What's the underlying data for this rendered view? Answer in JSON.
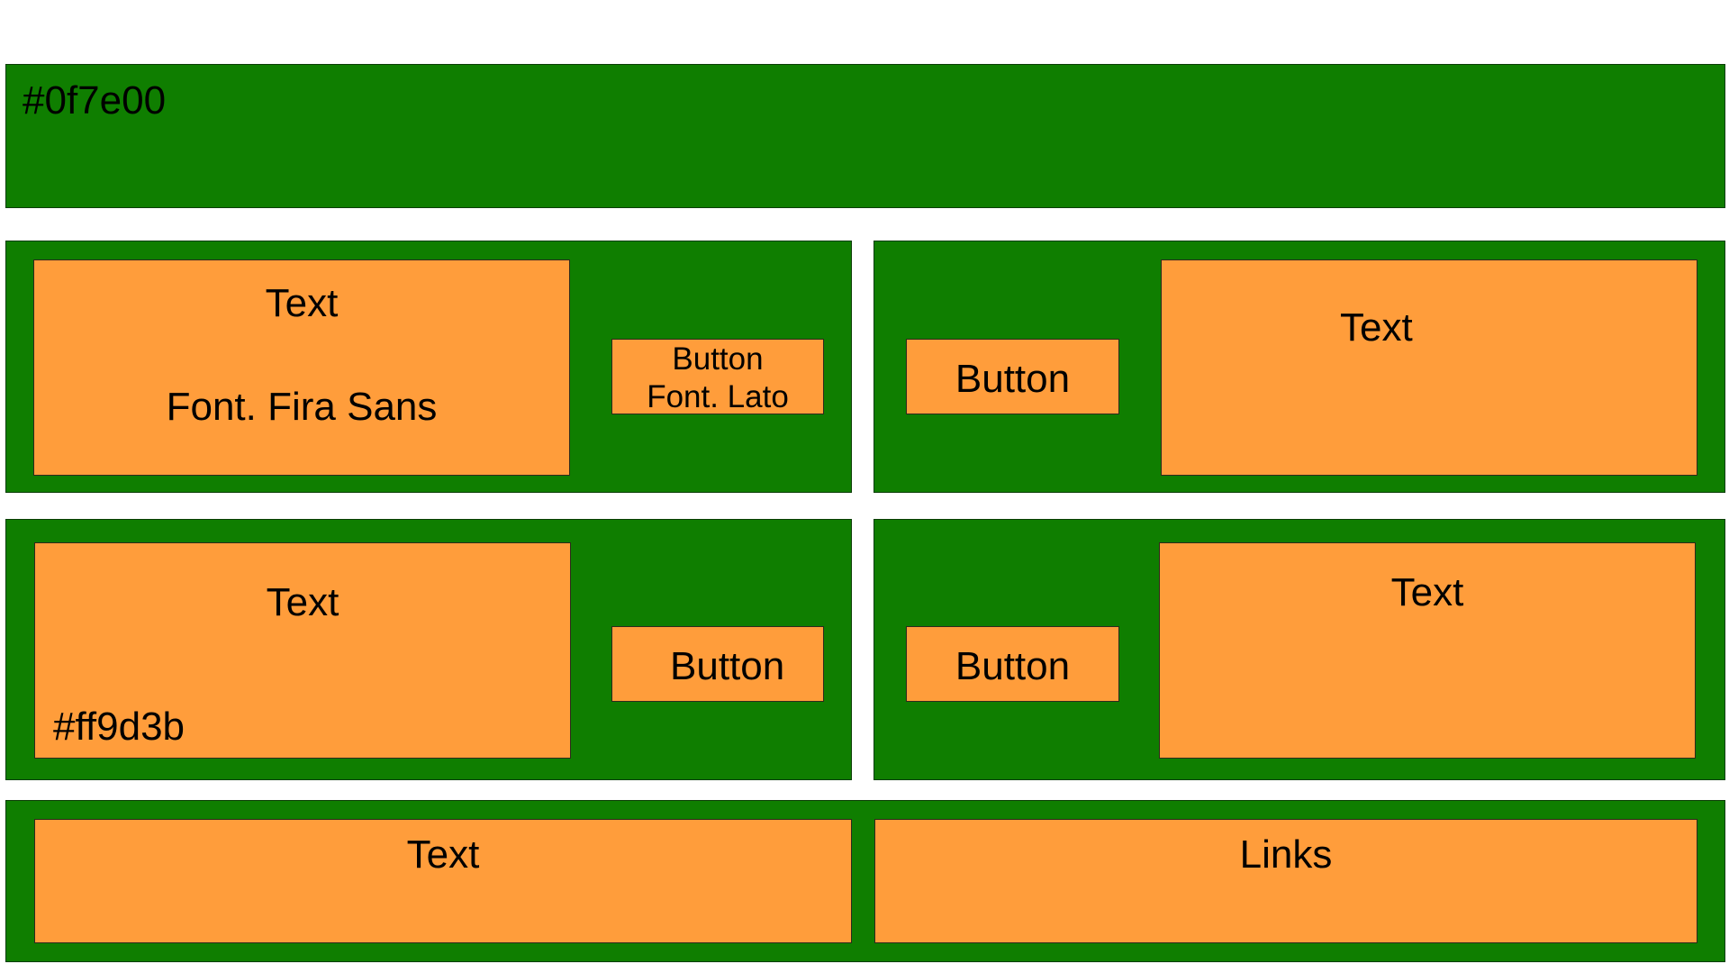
{
  "header": {
    "color_label": "#0f7e00"
  },
  "row1": {
    "left": {
      "text_title": "Text",
      "text_font": "Font. Fira Sans",
      "button_label": "Button",
      "button_font": "Font. Lato"
    },
    "right": {
      "button_label": "Button",
      "text_title": "Text"
    }
  },
  "row2": {
    "left": {
      "text_title": "Text",
      "color_label": "#ff9d3b",
      "button_label": "Button"
    },
    "right": {
      "button_label": "Button",
      "text_title": "Text"
    }
  },
  "footer": {
    "text_title": "Text",
    "links_title": "Links"
  },
  "colors": {
    "panel_green": "#0f7e00",
    "box_orange": "#ff9d3b"
  }
}
